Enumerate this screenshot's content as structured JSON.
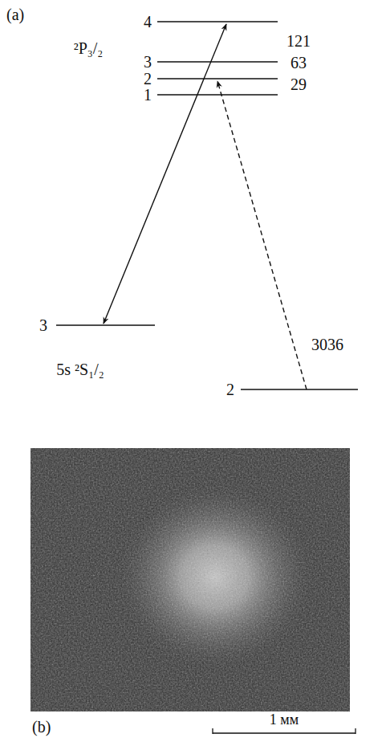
{
  "diagram": {
    "labels": [
      "(a)",
      "4",
      "²P₃/₂",
      "121",
      "3",
      "63",
      "2",
      "29",
      "1",
      "3",
      "5s ²S₁/₂",
      "3036",
      "2",
      "(b)",
      "1 мм"
    ]
  }
}
